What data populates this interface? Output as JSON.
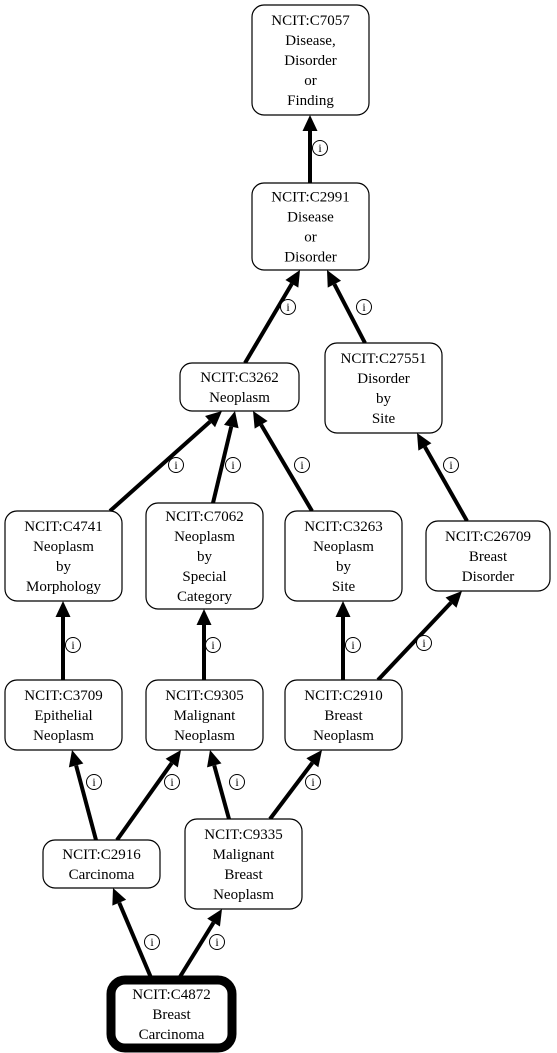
{
  "nodes": [
    {
      "id": "C7057",
      "lines": [
        "NCIT:C7057",
        "Disease,",
        "Disorder",
        "or",
        "Finding"
      ],
      "focus": false
    },
    {
      "id": "C2991",
      "lines": [
        "NCIT:C2991",
        "Disease",
        "or",
        "Disorder"
      ],
      "focus": false
    },
    {
      "id": "C3262",
      "lines": [
        "NCIT:C3262",
        "Neoplasm"
      ],
      "focus": false
    },
    {
      "id": "C27551",
      "lines": [
        "NCIT:C27551",
        "Disorder",
        "by",
        "Site"
      ],
      "focus": false
    },
    {
      "id": "C4741",
      "lines": [
        "NCIT:C4741",
        "Neoplasm",
        "by",
        "Morphology"
      ],
      "focus": false
    },
    {
      "id": "C7062",
      "lines": [
        "NCIT:C7062",
        "Neoplasm",
        "by",
        "Special",
        "Category"
      ],
      "focus": false
    },
    {
      "id": "C3263",
      "lines": [
        "NCIT:C3263",
        "Neoplasm",
        "by",
        "Site"
      ],
      "focus": false
    },
    {
      "id": "C26709",
      "lines": [
        "NCIT:C26709",
        "Breast",
        "Disorder"
      ],
      "focus": false
    },
    {
      "id": "C3709",
      "lines": [
        "NCIT:C3709",
        "Epithelial",
        "Neoplasm"
      ],
      "focus": false
    },
    {
      "id": "C9305",
      "lines": [
        "NCIT:C9305",
        "Malignant",
        "Neoplasm"
      ],
      "focus": false
    },
    {
      "id": "C2910",
      "lines": [
        "NCIT:C2910",
        "Breast",
        "Neoplasm"
      ],
      "focus": false
    },
    {
      "id": "C2916",
      "lines": [
        "NCIT:C2916",
        "Carcinoma"
      ],
      "focus": false
    },
    {
      "id": "C9335",
      "lines": [
        "NCIT:C9335",
        "Malignant",
        "Breast",
        "Neoplasm"
      ],
      "focus": false
    },
    {
      "id": "C4872",
      "lines": [
        "NCIT:C4872",
        "Breast",
        "Carcinoma"
      ],
      "focus": true
    }
  ],
  "edges": [
    {
      "from": "C2991",
      "to": "C7057",
      "info": "i"
    },
    {
      "from": "C3262",
      "to": "C2991",
      "info": "i"
    },
    {
      "from": "C27551",
      "to": "C2991",
      "info": "i"
    },
    {
      "from": "C4741",
      "to": "C3262",
      "info": "i"
    },
    {
      "from": "C7062",
      "to": "C3262",
      "info": "i"
    },
    {
      "from": "C3263",
      "to": "C3262",
      "info": "i"
    },
    {
      "from": "C26709",
      "to": "C27551",
      "info": "i"
    },
    {
      "from": "C3709",
      "to": "C4741",
      "info": "i"
    },
    {
      "from": "C9305",
      "to": "C7062",
      "info": "i"
    },
    {
      "from": "C2910",
      "to": "C3263",
      "info": "i"
    },
    {
      "from": "C2910",
      "to": "C26709",
      "info": "i"
    },
    {
      "from": "C2916",
      "to": "C3709",
      "info": "i"
    },
    {
      "from": "C2916",
      "to": "C9305",
      "info": "i"
    },
    {
      "from": "C9335",
      "to": "C9305",
      "info": "i"
    },
    {
      "from": "C9335",
      "to": "C2910",
      "info": "i"
    },
    {
      "from": "C4872",
      "to": "C2916",
      "info": "i"
    },
    {
      "from": "C4872",
      "to": "C9335",
      "info": "i"
    }
  ]
}
